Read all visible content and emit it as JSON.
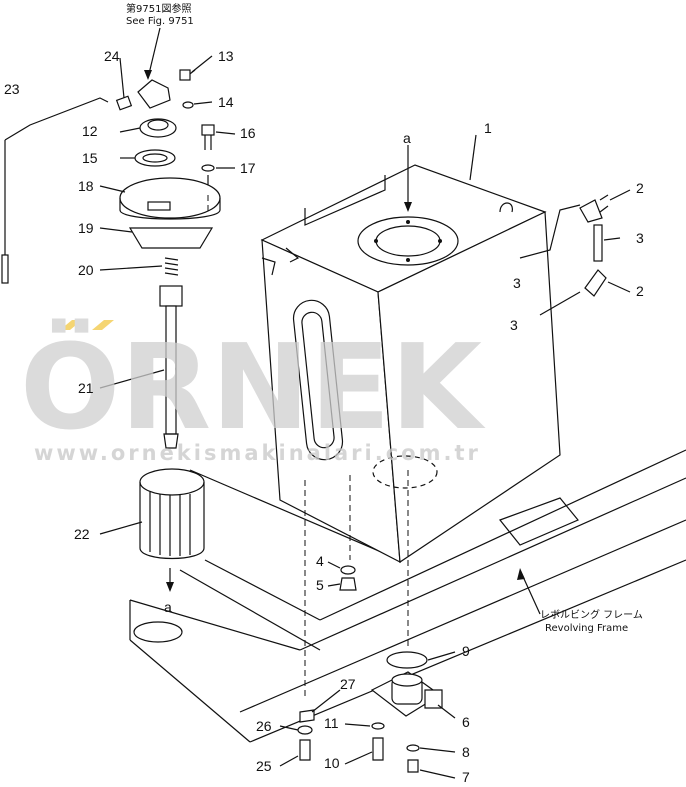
{
  "callouts": {
    "p1": "1",
    "p2a": "2",
    "p2b": "2",
    "p3": "3",
    "p4": "4",
    "p5": "5",
    "p6": "6",
    "p7": "7",
    "p8": "8",
    "p9": "9",
    "p10": "10",
    "p11": "11",
    "p12": "12",
    "p13": "13",
    "p14": "14",
    "p15": "15",
    "p16": "16",
    "p17": "17",
    "p18": "18",
    "p19": "19",
    "p20": "20",
    "p21": "21",
    "p22": "22",
    "p23": "23",
    "p24": "24",
    "p25": "25",
    "p26": "26",
    "p27": "27",
    "a_top": "a",
    "a_bottom": "a"
  },
  "notes": {
    "see_jp": "第9751図参照",
    "see_en": "See Fig. 9751",
    "frame_jp": "レボルビング フレーム",
    "frame_en": "Revolving Frame"
  },
  "watermark": {
    "brand": "ÖRNEK",
    "url": "www.ornekismakinalari.com.tr",
    "accent_color": "#f2c744"
  }
}
